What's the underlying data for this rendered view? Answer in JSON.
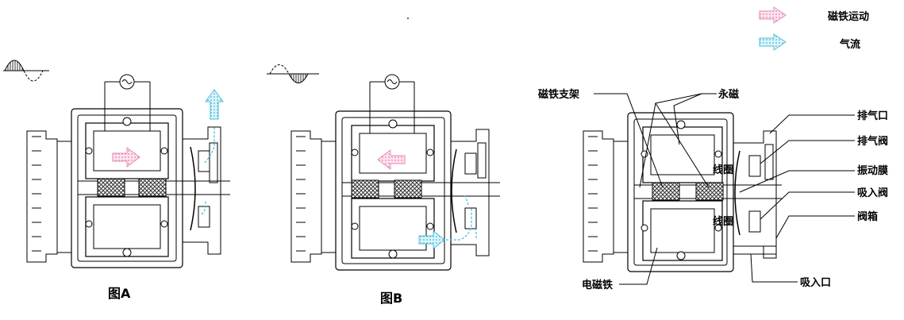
{
  "legend": {
    "magnet_motion": {
      "label": "磁铁运动",
      "color": "#f2a6c8"
    },
    "airflow": {
      "label": "气流",
      "color": "#7fd3e6"
    }
  },
  "figures": {
    "a": {
      "caption": "图A"
    },
    "b": {
      "caption": "图B"
    }
  },
  "parts": {
    "magnet_holder": "磁铁支架",
    "permanent_magnet": "永磁",
    "coil_upper": "线圈",
    "coil_lower": "线圈",
    "electromagnet": "电磁铁",
    "exhaust_port": "排气口",
    "exhaust_valve": "排气阀",
    "diaphragm": "振动膜",
    "intake_valve": "吸入阀",
    "valve_box": "阀箱",
    "intake_port": "吸入口"
  }
}
